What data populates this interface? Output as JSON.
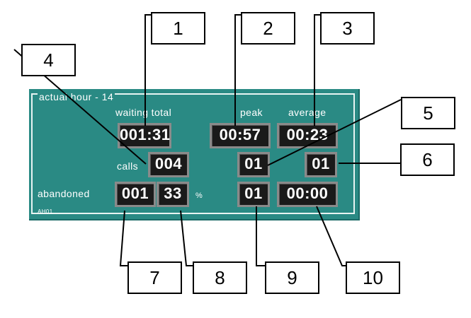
{
  "panel": {
    "title": "actual hour - 14",
    "col_headers": {
      "waiting_total": "waiting total",
      "peak": "peak",
      "average": "average"
    },
    "rows": {
      "calls_label": "calls",
      "abandoned_label": "abandoned",
      "percent_sign": "%"
    },
    "footer_code": "AH01",
    "values": {
      "waiting_total": "001:31",
      "peak": "00:57",
      "average": "00:23",
      "calls": "004",
      "calls_peak": "01",
      "calls_average": "01",
      "abandoned": "001",
      "abandoned_percent": "33",
      "abandoned_peak": "01",
      "abandoned_average": "00:00"
    }
  },
  "callouts": [
    "1",
    "2",
    "3",
    "4",
    "5",
    "6",
    "7",
    "8",
    "9",
    "10"
  ]
}
